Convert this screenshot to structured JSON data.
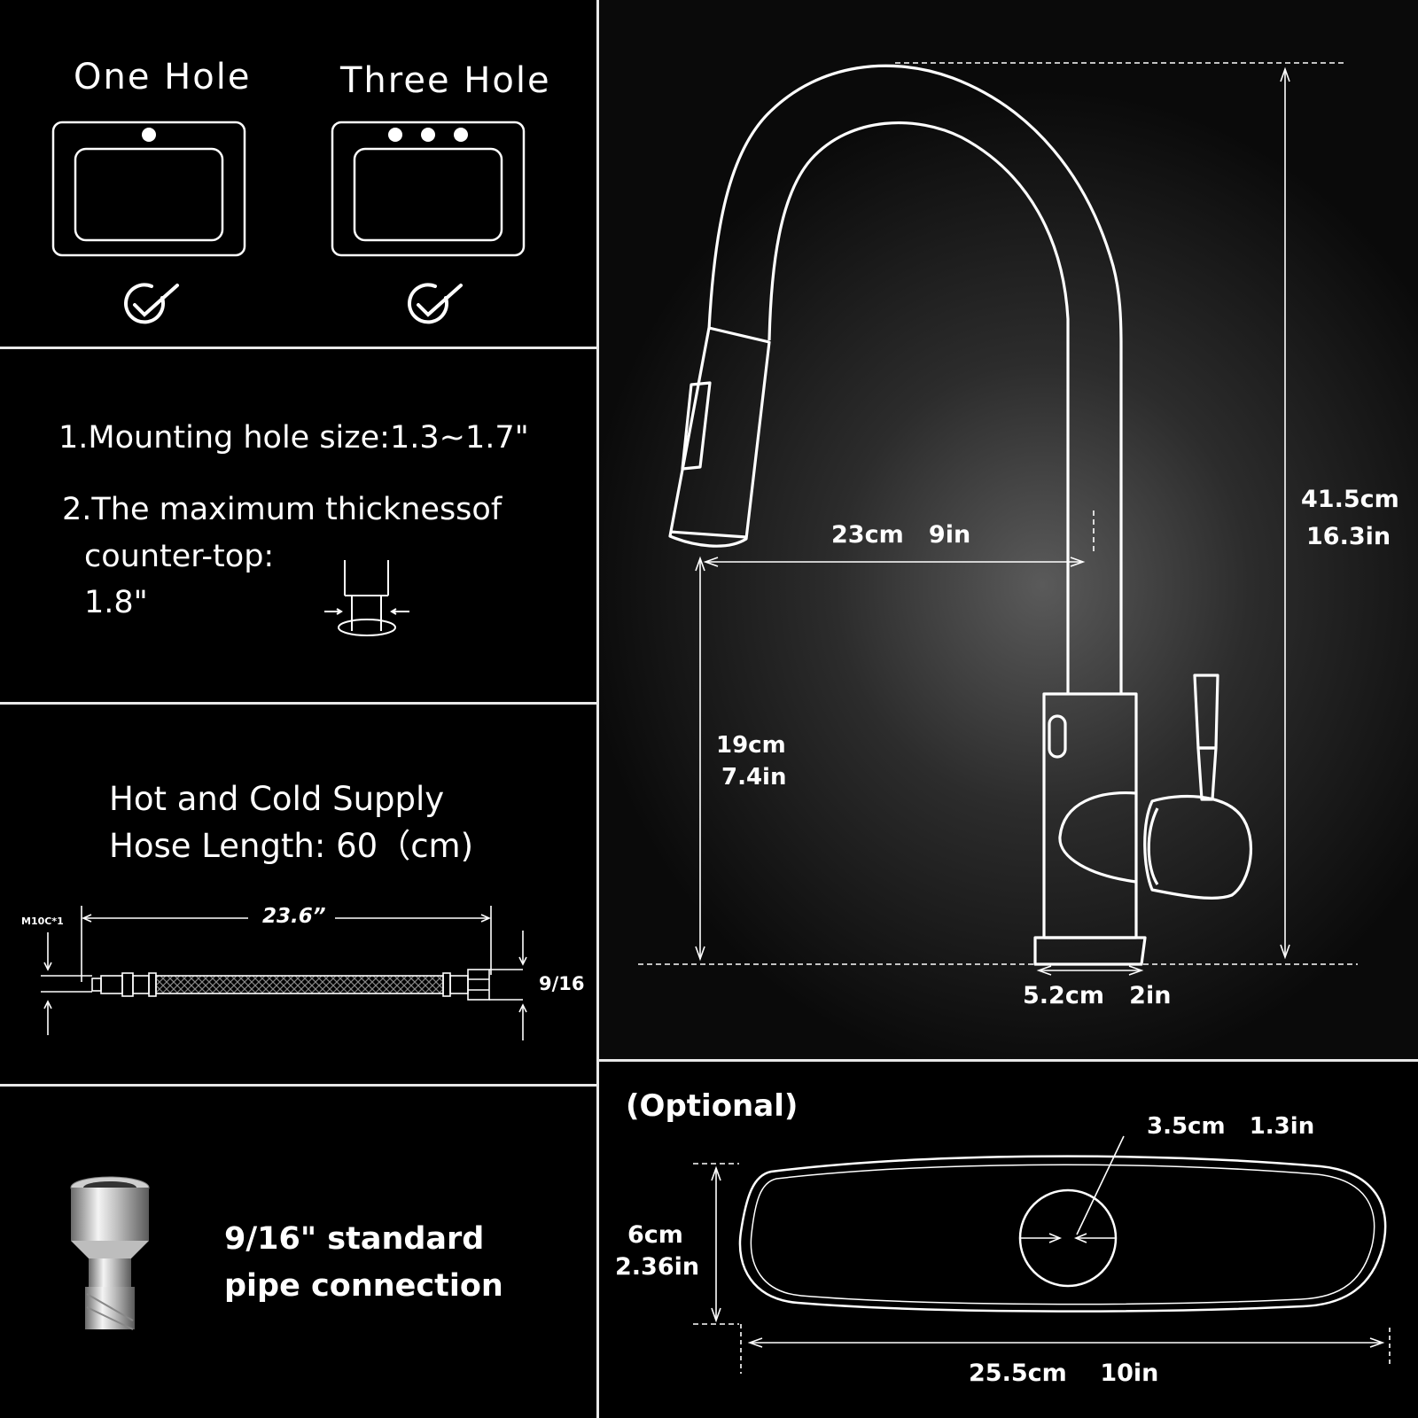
{
  "install": {
    "one_hole_label": "One Hole",
    "three_hole_label": "Three Hole"
  },
  "mounting": {
    "line1": "1.Mounting hole size:1.3~1.7\"",
    "line2": "2.The maximum thicknessof",
    "line3": "counter-top:",
    "line4": "1.8\""
  },
  "hose": {
    "line1": "Hot and Cold Supply",
    "line2": "Hose Length: 60（cm)",
    "m10_label": "M10C*1",
    "length_label": "23.6”",
    "fitting_label": "9/16"
  },
  "connection": {
    "line1": "9/16\" standard",
    "line2": "pipe connection"
  },
  "faucet": {
    "reach": "23cm   9in",
    "height_cm": "41.5cm",
    "height_in": "16.3in",
    "spout_cm": "19cm",
    "spout_in": "7.4in",
    "base": "5.2cm   2in"
  },
  "deck_plate": {
    "optional_label": "(Optional)",
    "hole": "3.5cm   1.3in",
    "width_cm": "6cm",
    "width_in": "2.36in",
    "length": "25.5cm    10in"
  },
  "colors": {
    "background": "#000000",
    "line": "#ffffff",
    "divider": "#e8e8e8"
  }
}
